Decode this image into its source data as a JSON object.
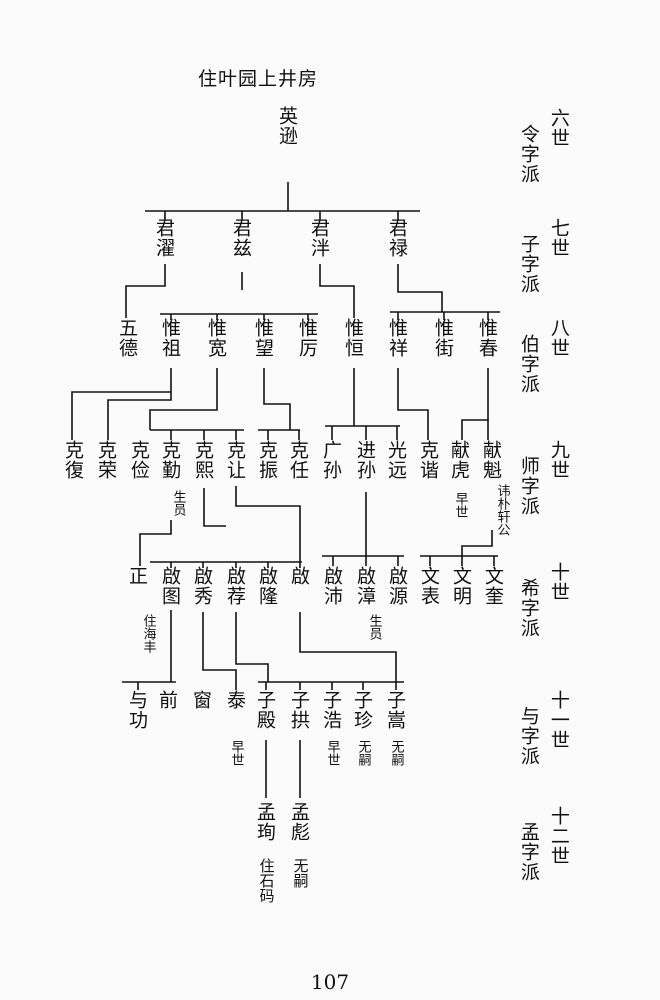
{
  "title": "住叶园上井房",
  "page_number": "107",
  "generations": [
    {
      "gen": "六世",
      "sect": "令字派"
    },
    {
      "gen": "七世",
      "sect": "子字派"
    },
    {
      "gen": "八世",
      "sect": "伯字派"
    },
    {
      "gen": "九世",
      "sect": "师字派"
    },
    {
      "gen": "十世",
      "sect": "希字派"
    },
    {
      "gen": "十一世",
      "sect": "与字派"
    },
    {
      "gen": "十二世",
      "sect": "孟字派"
    }
  ],
  "members": [
    {
      "id": "yingxun",
      "name": "英逊"
    },
    {
      "id": "junzhuo",
      "name": "君濯"
    },
    {
      "id": "junzi",
      "name": "君兹"
    },
    {
      "id": "junpan",
      "name": "君泮"
    },
    {
      "id": "junlu",
      "name": "君禄"
    },
    {
      "id": "wude",
      "name": "五德"
    },
    {
      "id": "weizu",
      "name": "惟祖"
    },
    {
      "id": "weikuan",
      "name": "惟宽"
    },
    {
      "id": "weiwang",
      "name": "惟望"
    },
    {
      "id": "weili",
      "name": "惟厉"
    },
    {
      "id": "weiheng",
      "name": "惟恒"
    },
    {
      "id": "weixiang",
      "name": "惟祥"
    },
    {
      "id": "weijie",
      "name": "惟街"
    },
    {
      "id": "weichun",
      "name": "惟春"
    },
    {
      "id": "kefu",
      "name": "克復"
    },
    {
      "id": "kerong",
      "name": "克荣"
    },
    {
      "id": "kejian",
      "name": "克俭"
    },
    {
      "id": "keqin",
      "name": "克勤",
      "note": "生员"
    },
    {
      "id": "kexi",
      "name": "克熙"
    },
    {
      "id": "kerang",
      "name": "克让"
    },
    {
      "id": "kezhen",
      "name": "克振"
    },
    {
      "id": "keren",
      "name": "克任"
    },
    {
      "id": "guangsun",
      "name": "广孙"
    },
    {
      "id": "jinsun",
      "name": "进孙"
    },
    {
      "id": "guangyuan",
      "name": "光远"
    },
    {
      "id": "kexie",
      "name": "克谐"
    },
    {
      "id": "xianhu",
      "name": "献虎",
      "note": "早世"
    },
    {
      "id": "xiankui",
      "name": "献魁",
      "note": "讳朴轩公"
    },
    {
      "id": "zheng",
      "name": "正"
    },
    {
      "id": "qitu",
      "name": "啟图",
      "note": "住海丰"
    },
    {
      "id": "qixiu",
      "name": "啟秀"
    },
    {
      "id": "qijian",
      "name": "啟荐"
    },
    {
      "id": "qilong",
      "name": "啟隆"
    },
    {
      "id": "qi",
      "name": "啟"
    },
    {
      "id": "qipei",
      "name": "啟沛"
    },
    {
      "id": "qizhang",
      "name": "啟漳",
      "note": "生员"
    },
    {
      "id": "qiyuan",
      "name": "啟源"
    },
    {
      "id": "wenbiao",
      "name": "文表"
    },
    {
      "id": "wenming",
      "name": "文明"
    },
    {
      "id": "wenkui",
      "name": "文奎"
    },
    {
      "id": "yugong",
      "name": "与功"
    },
    {
      "id": "qian",
      "name": "前"
    },
    {
      "id": "chuang",
      "name": "窗"
    },
    {
      "id": "tai",
      "name": "泰",
      "note": "早世"
    },
    {
      "id": "zidian",
      "name": "子殿"
    },
    {
      "id": "zigong",
      "name": "子拱"
    },
    {
      "id": "zihao",
      "name": "子浩",
      "note": "早世"
    },
    {
      "id": "zizhen",
      "name": "子珍",
      "note": "无嗣"
    },
    {
      "id": "zisong",
      "name": "子嵩",
      "note": "无嗣"
    },
    {
      "id": "mengxun",
      "name": "孟珣",
      "note": "住石码"
    },
    {
      "id": "mengbiao",
      "name": "孟彪",
      "note": "无嗣"
    }
  ]
}
